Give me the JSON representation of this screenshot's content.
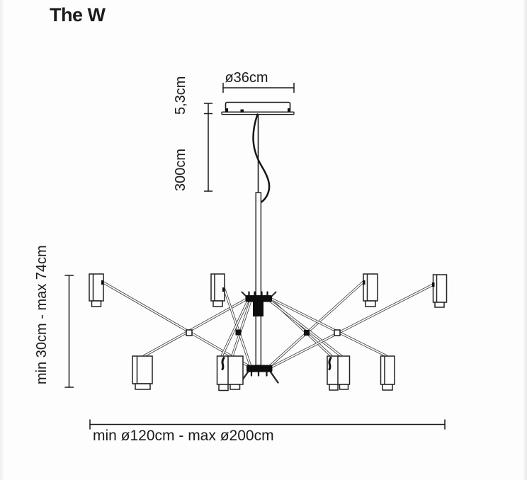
{
  "title": "The W",
  "annotations": {
    "canopy_diameter": "ø36cm",
    "canopy_height": "5,3cm",
    "cable_length": "300cm",
    "height_range": "min 30cm - max 74cm",
    "diameter_range": "min ø120cm - max ø200cm"
  },
  "colors": {
    "ink": "#1b1b1b",
    "line": "#1a1a1a",
    "background": "#fdfdfd"
  }
}
